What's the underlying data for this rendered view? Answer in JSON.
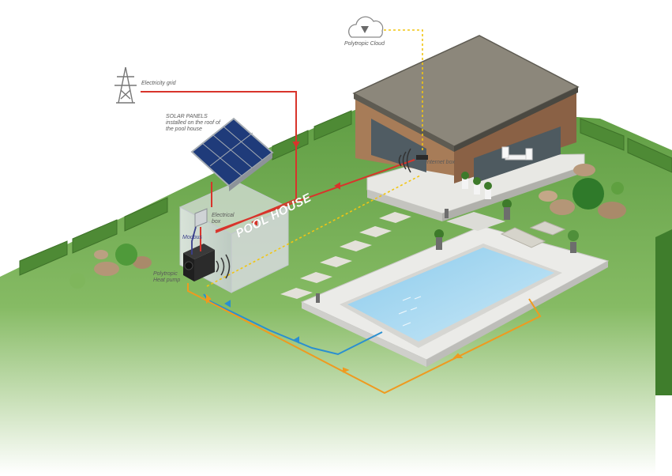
{
  "labels": {
    "cloud": "Polytropic Cloud",
    "grid": "Electricity grid",
    "solar": "SOLAR PANELS installed on the roof of the pool house",
    "electrical_box": "Electrical box",
    "modbus": "Modbus",
    "heat_pump": "Polytropic Heat pump",
    "internet_box": "Internet box",
    "pool_house": "POOL HOUSE"
  },
  "colors": {
    "electric_line": "#d8342b",
    "wifi_line": "#f2c512",
    "hot_water": "#ef9a1f",
    "cold_water": "#2a8fd0",
    "modbus_line": "#3a3f8c",
    "lawn": "#6fa84f",
    "pool_water": "#a9d6ef"
  },
  "icons": [
    "cloud-icon",
    "pylon-icon",
    "wifi-icon"
  ]
}
